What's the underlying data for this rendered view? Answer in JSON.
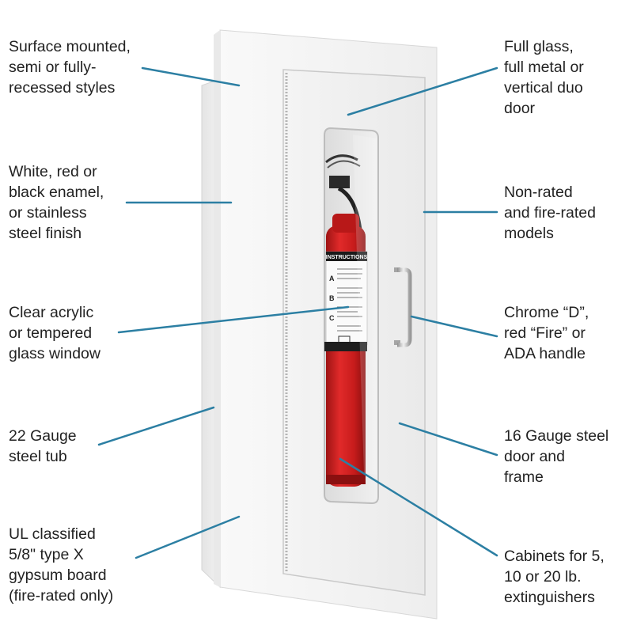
{
  "annotations": {
    "left": [
      {
        "id": "mount-styles",
        "text": "Surface mounted,\nsemi or fully-\nrecessed styles"
      },
      {
        "id": "finish",
        "text": "White, red or\nblack enamel,\nor stainless\nsteel finish"
      },
      {
        "id": "window",
        "text": "Clear acrylic\nor tempered\nglass window"
      },
      {
        "id": "tub-gauge",
        "text": "22 Gauge\nsteel tub"
      },
      {
        "id": "gypsum",
        "text": "UL classified\n5/8\" type X\ngypsum board\n(fire-rated only)"
      }
    ],
    "right": [
      {
        "id": "door-types",
        "text": "Full glass,\nfull metal or\nvertical duo\ndoor"
      },
      {
        "id": "ratings",
        "text": "Non-rated\nand fire-rated\nmodels"
      },
      {
        "id": "handles",
        "text": "Chrome “D”,\nred “Fire” or\nADA handle"
      },
      {
        "id": "door-gauge",
        "text": "16 Gauge steel\ndoor and\nframe"
      },
      {
        "id": "capacity",
        "text": "Cabinets for 5,\n10 or 20 lb.\nextinguishers"
      }
    ]
  },
  "extinguisher_label": {
    "heading": "INSTRUCTIONS",
    "classes": [
      "A",
      "B",
      "C"
    ]
  },
  "colors": {
    "leader_line": "#2c7fa3",
    "cabinet_white": "#f3f3f3",
    "extinguisher_red": "#d42020",
    "handle_chrome": "#b8b8b8"
  }
}
